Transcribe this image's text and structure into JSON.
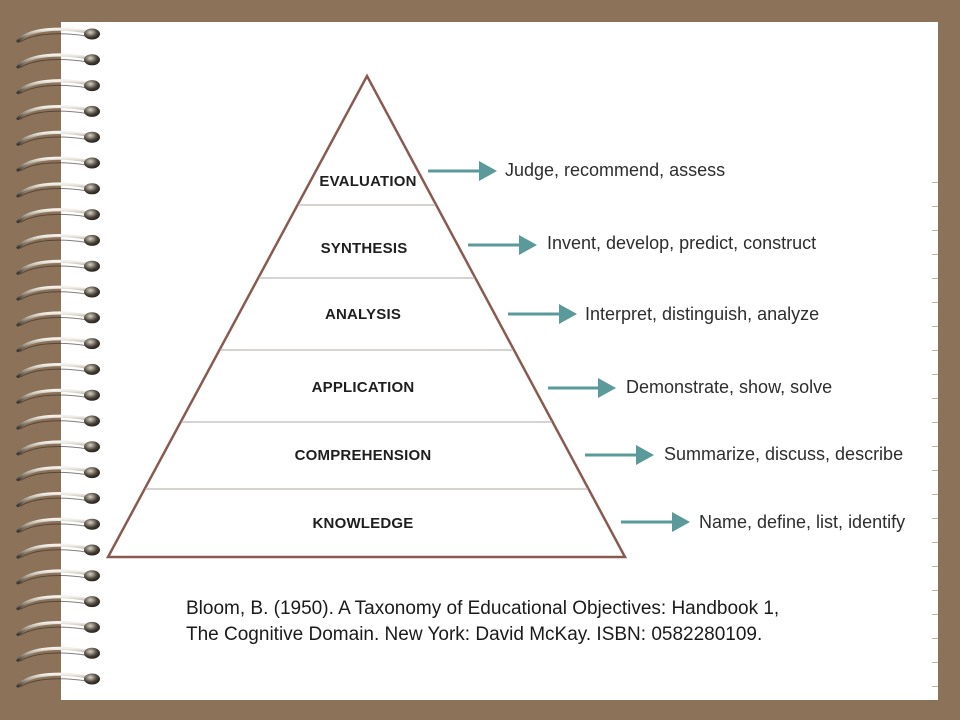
{
  "colors": {
    "background": "#8c7259",
    "page": "#ffffff",
    "pyramid_outline": "#8a5a52",
    "arrow": "#5b9a9a"
  },
  "pyramid": {
    "levels": [
      {
        "label": "EVALUATION",
        "verbs": "Judge, recommend, assess"
      },
      {
        "label": "SYNTHESIS",
        "verbs": "Invent, develop, predict, construct"
      },
      {
        "label": "ANALYSIS",
        "verbs": "Interpret, distinguish, analyze"
      },
      {
        "label": "APPLICATION",
        "verbs": "Demonstrate, show, solve"
      },
      {
        "label": "COMPREHENSION",
        "verbs": "Summarize, discuss, describe"
      },
      {
        "label": "KNOWLEDGE",
        "verbs": "Name, define, list, identify"
      }
    ]
  },
  "citation": {
    "line1": "Bloom, B. (1950). A Taxonomy of Educational Objectives: Handbook 1,",
    "line2": "The Cognitive Domain. New York: David McKay. ISBN: 0582280109."
  }
}
